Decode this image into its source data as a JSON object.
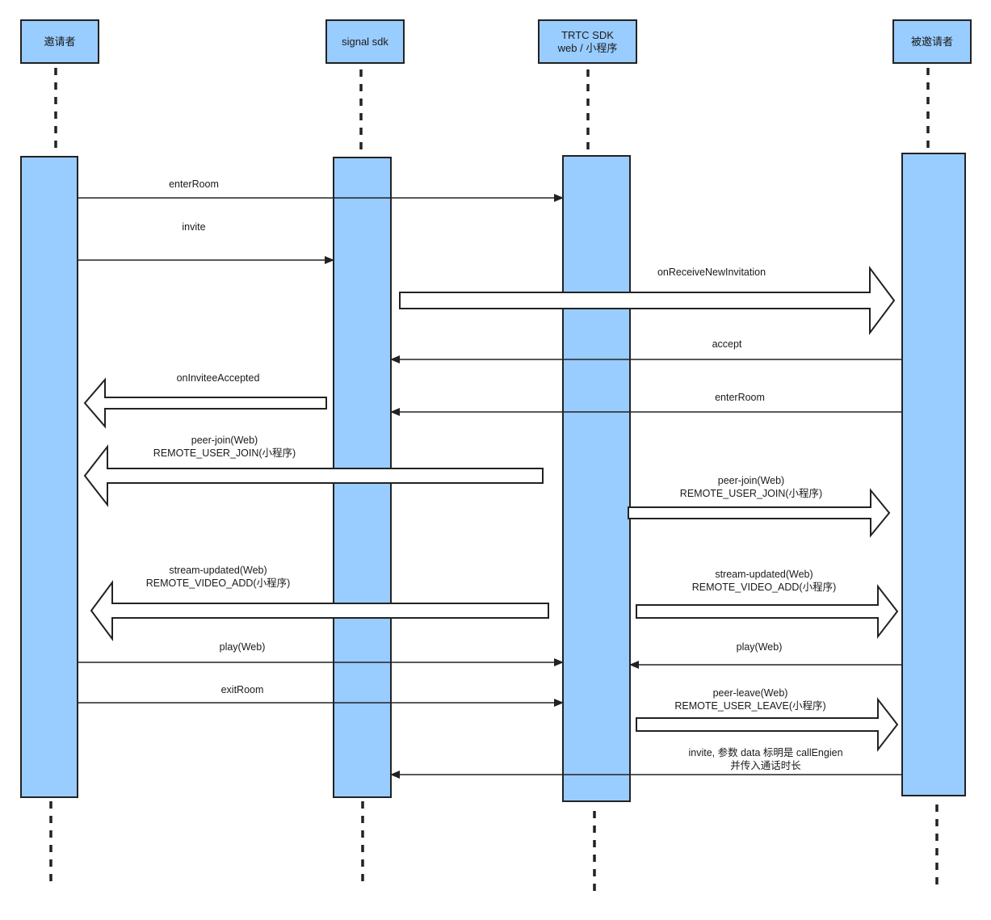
{
  "diagram": {
    "colors": {
      "actor_fill": "#99ccff",
      "activation_fill": "#99ccff",
      "stroke": "#222222",
      "text": "#1a1a1a",
      "background": "#ffffff"
    },
    "actors": [
      {
        "id": "inviter",
        "lines": [
          "邀请者"
        ]
      },
      {
        "id": "signal-sdk",
        "lines": [
          "signal sdk"
        ]
      },
      {
        "id": "trtc-sdk",
        "lines": [
          "TRTC SDK",
          "web / 小程序"
        ]
      },
      {
        "id": "invitee",
        "lines": [
          "被邀请者"
        ]
      }
    ],
    "messages": [
      {
        "id": "enter-room-1",
        "from": "inviter",
        "to": "trtc-sdk",
        "style": "thin",
        "lines": [
          "enterRoom"
        ]
      },
      {
        "id": "invite",
        "from": "inviter",
        "to": "signal-sdk",
        "style": "thin",
        "lines": [
          "invite"
        ]
      },
      {
        "id": "on-receive-new-invitation",
        "from": "signal-sdk",
        "to": "invitee",
        "style": "block",
        "lines": [
          "onReceiveNewInvitation"
        ]
      },
      {
        "id": "accept",
        "from": "invitee",
        "to": "signal-sdk",
        "style": "thin",
        "lines": [
          "accept"
        ]
      },
      {
        "id": "on-invitee-accepted",
        "from": "signal-sdk",
        "to": "inviter",
        "style": "block",
        "lines": [
          "onInviteeAccepted"
        ]
      },
      {
        "id": "enter-room-2",
        "from": "invitee",
        "to": "signal-sdk",
        "style": "thin",
        "lines": [
          "enterRoom"
        ]
      },
      {
        "id": "peer-join-inviter",
        "from": "trtc-sdk",
        "to": "inviter",
        "style": "block",
        "lines": [
          "peer-join(Web)",
          "REMOTE_USER_JOIN(小程序)"
        ]
      },
      {
        "id": "peer-join-invitee",
        "from": "trtc-sdk",
        "to": "invitee",
        "style": "block",
        "lines": [
          "peer-join(Web)",
          "REMOTE_USER_JOIN(小程序)"
        ]
      },
      {
        "id": "stream-updated-inviter",
        "from": "trtc-sdk",
        "to": "inviter",
        "style": "block",
        "lines": [
          "stream-updated(Web)",
          "REMOTE_VIDEO_ADD(小程序)"
        ]
      },
      {
        "id": "stream-updated-invitee",
        "from": "trtc-sdk",
        "to": "invitee",
        "style": "block",
        "lines": [
          "stream-updated(Web)",
          "REMOTE_VIDEO_ADD(小程序)"
        ]
      },
      {
        "id": "play-inviter",
        "from": "inviter",
        "to": "trtc-sdk",
        "style": "thin",
        "lines": [
          "play(Web)"
        ]
      },
      {
        "id": "play-invitee",
        "from": "invitee",
        "to": "trtc-sdk",
        "style": "thin",
        "lines": [
          "play(Web)"
        ]
      },
      {
        "id": "exit-room",
        "from": "inviter",
        "to": "trtc-sdk",
        "style": "thin",
        "lines": [
          "exitRoom"
        ]
      },
      {
        "id": "peer-leave-invitee",
        "from": "trtc-sdk",
        "to": "invitee",
        "style": "block",
        "lines": [
          "peer-leave(Web)",
          "REMOTE_USER_LEAVE(小程序)"
        ]
      },
      {
        "id": "invite-call-engine",
        "from": "invitee",
        "to": "signal-sdk",
        "style": "thin",
        "lines": [
          "invite, 参数 data 标明是 callEngien",
          "并传入通话时长"
        ]
      }
    ]
  }
}
